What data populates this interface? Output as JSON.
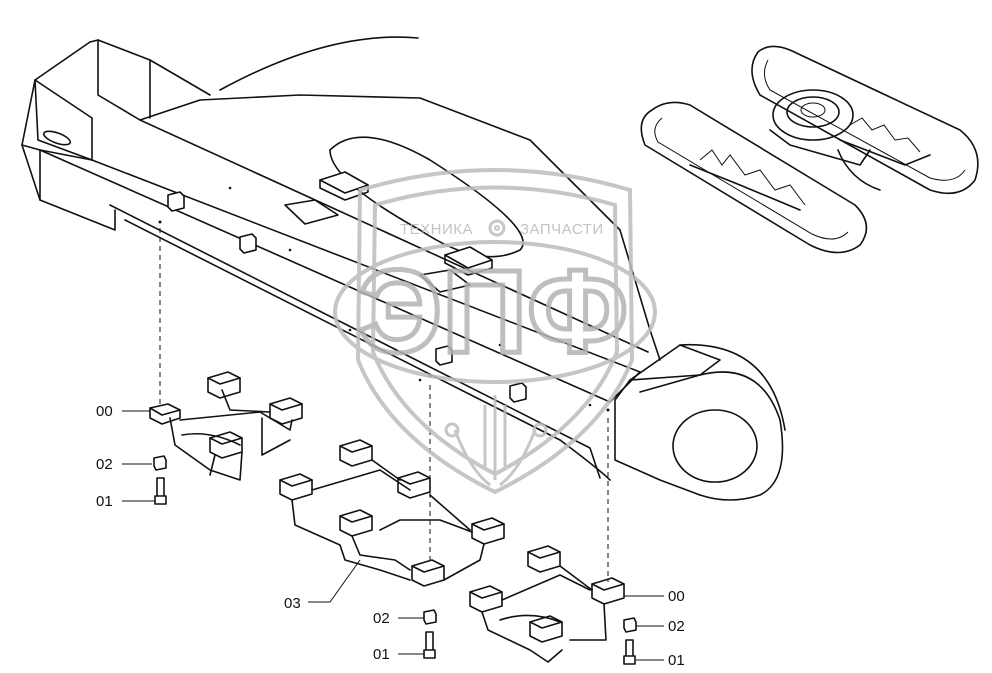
{
  "callouts": {
    "left_00": "00",
    "left_02": "02",
    "left_01": "01",
    "center_03": "03",
    "center_02": "02",
    "center_01": "01",
    "right_00": "00",
    "right_02": "02",
    "right_01": "01"
  },
  "watermark": {
    "line1_left": "ТЕХНИКА",
    "line1_right": "ЗАПЧАСТИ",
    "logo": "ЭПФ"
  }
}
